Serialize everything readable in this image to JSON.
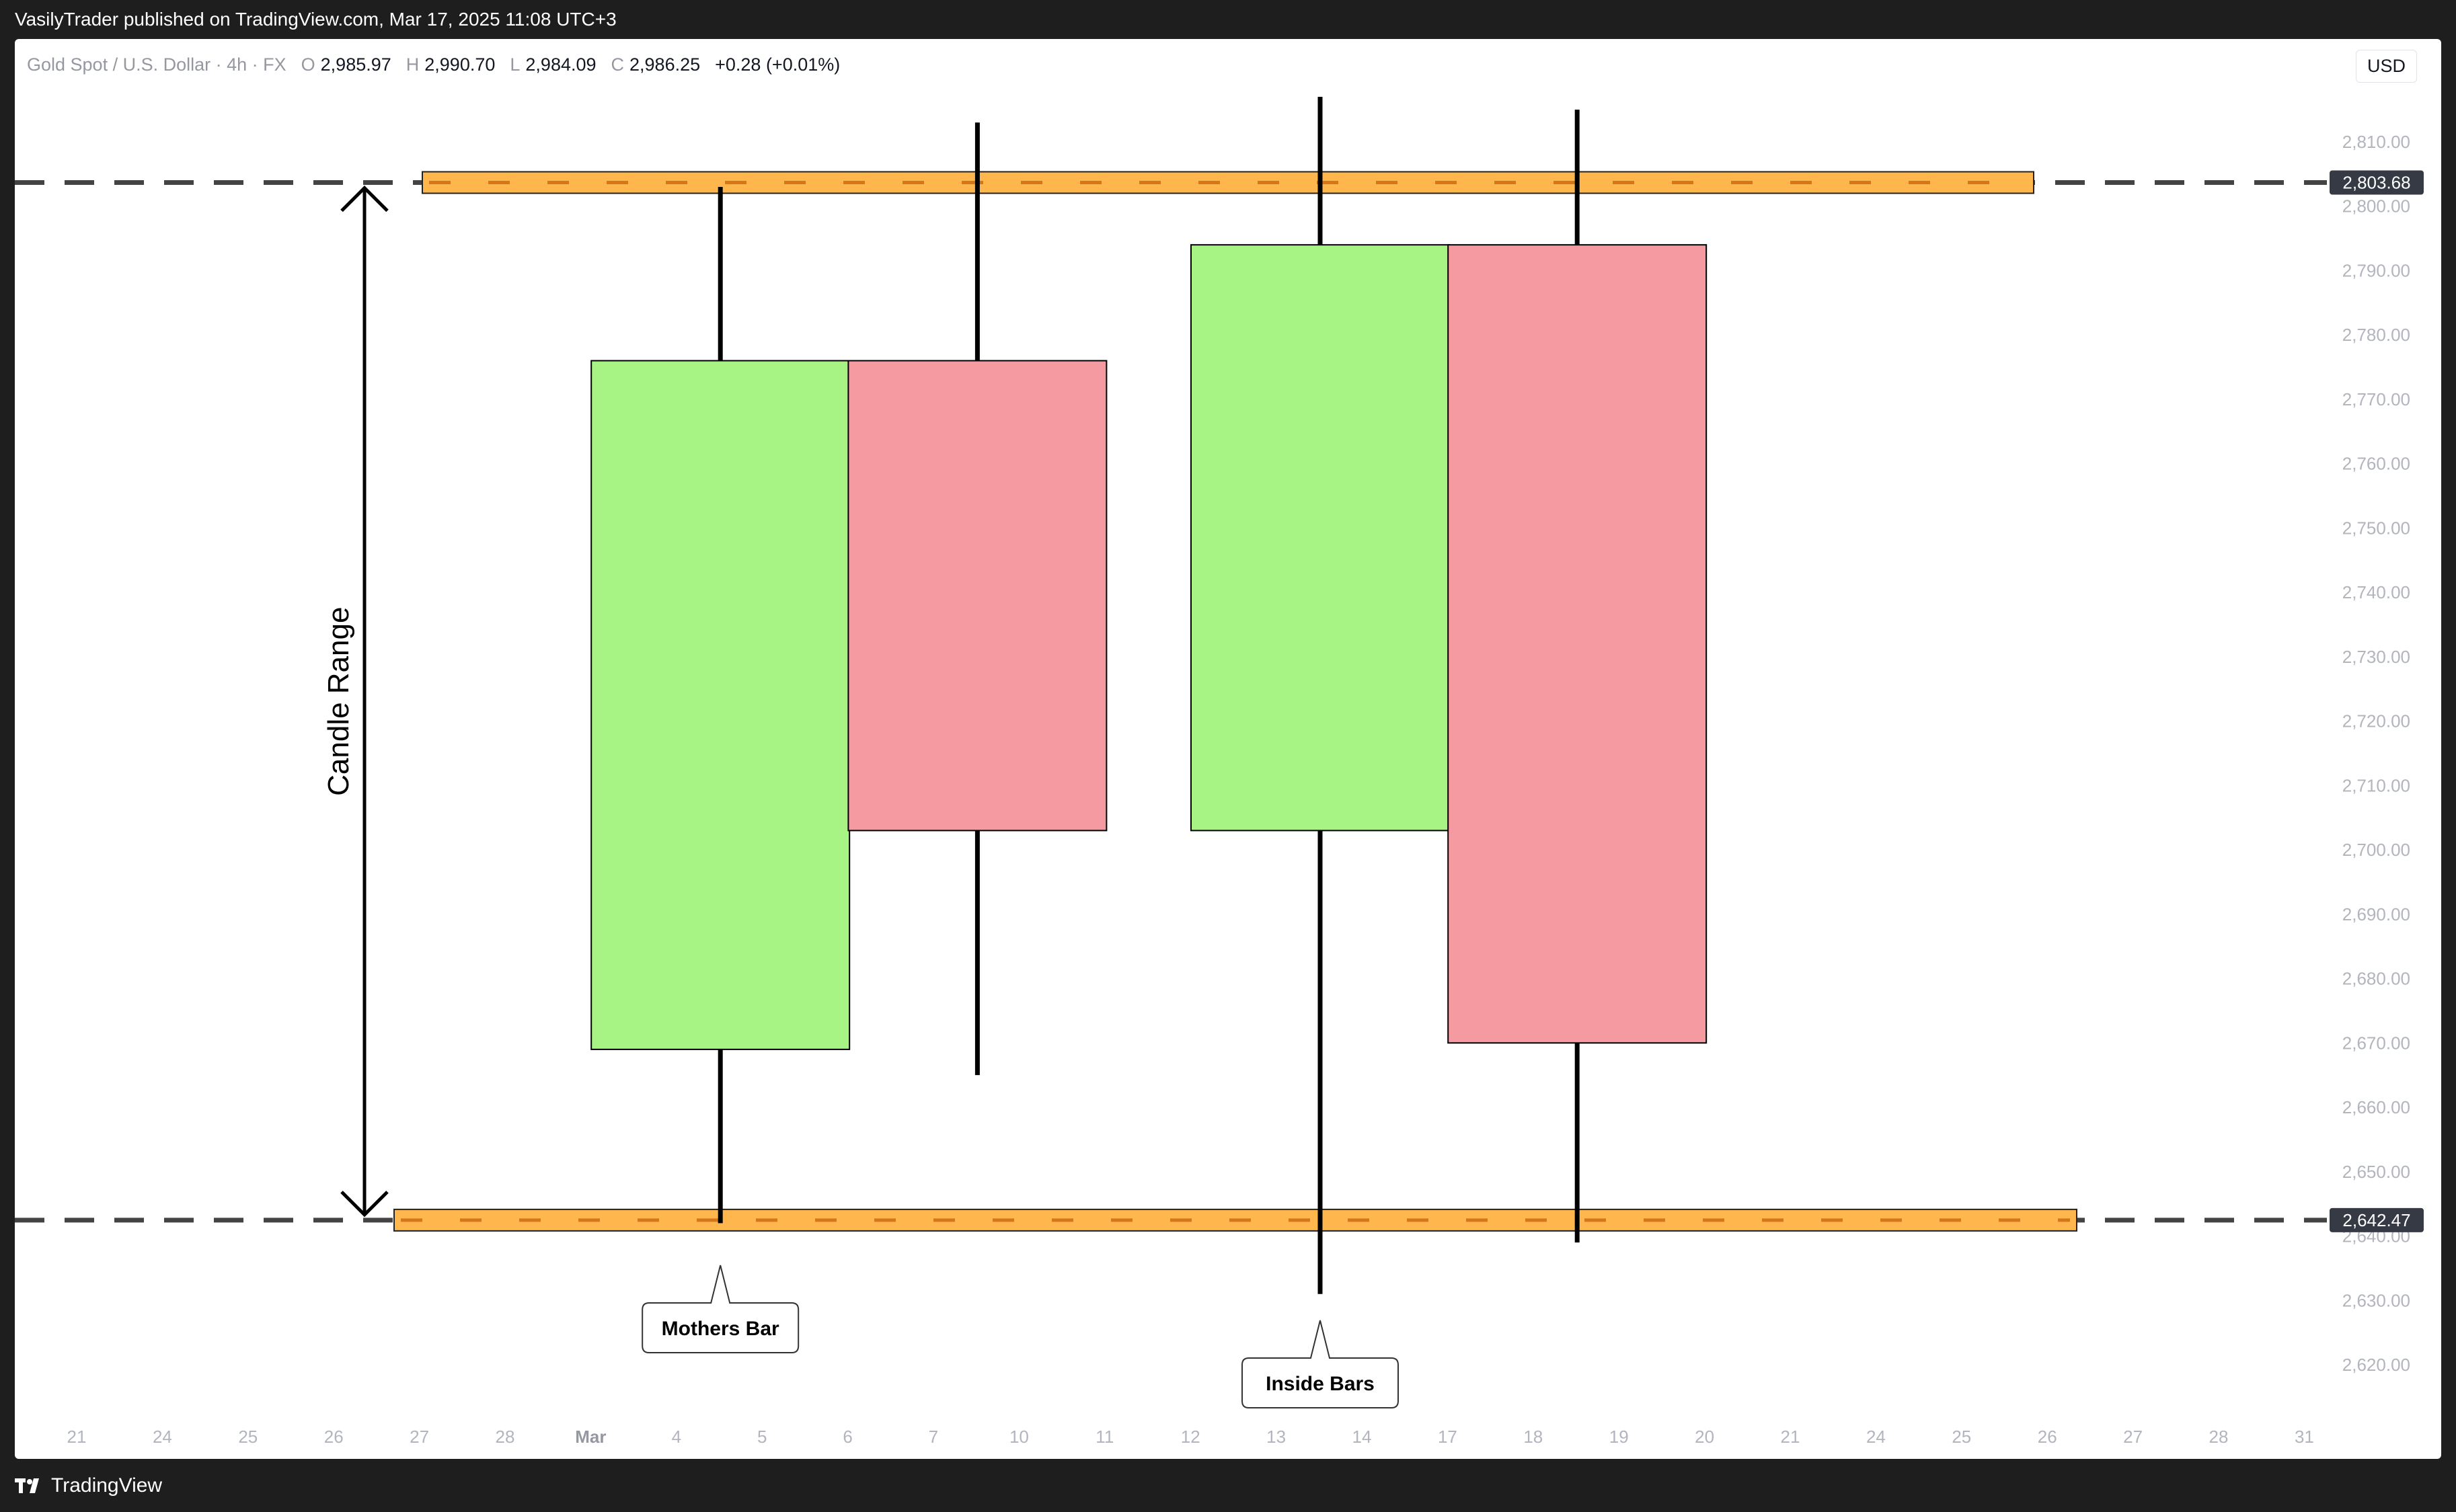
{
  "header": {
    "published_by": "VasilyTrader published on TradingView.com, Mar 17, 2025 11:08 UTC+3"
  },
  "legend": {
    "symbol": "Gold Spot / U.S. Dollar · 4h · FX",
    "open_label": "O",
    "open": "2,985.97",
    "high_label": "H",
    "high": "2,990.70",
    "low_label": "L",
    "low": "2,984.09",
    "close_label": "C",
    "close": "2,986.25",
    "change": "+0.28 (+0.01%)"
  },
  "currency": "USD",
  "footer": {
    "brand": "TradingView",
    "brand_icon": "tradingview-logo-icon"
  },
  "colors": {
    "bull": "#a7f383",
    "bear": "#f69aa1",
    "zone_fill": "#ffb74d",
    "zone_dash": "#d4771b",
    "level_line": "#444444",
    "axis_text": "#b2b5be",
    "price_tag_bg": "#363a45"
  },
  "chart_data": {
    "type": "candlestick",
    "y_axis": {
      "min": 2615,
      "max": 2822,
      "ticks": [
        2620,
        2630,
        2640,
        2650,
        2660,
        2670,
        2680,
        2690,
        2700,
        2710,
        2720,
        2730,
        2740,
        2750,
        2760,
        2770,
        2780,
        2790,
        2800,
        2810
      ],
      "tick_labels": [
        "2,620.00",
        "2,630.00",
        "2,640.00",
        "2,650.00",
        "2,660.00",
        "2,670.00",
        "2,680.00",
        "2,690.00",
        "2,700.00",
        "2,710.00",
        "2,720.00",
        "2,730.00",
        "2,740.00",
        "2,750.00",
        "2,760.00",
        "2,770.00",
        "2,780.00",
        "2,790.00",
        "2,800.00",
        "2,810.00"
      ]
    },
    "x_axis": {
      "labels": [
        "21",
        "24",
        "25",
        "26",
        "27",
        "28",
        "Mar",
        "4",
        "5",
        "6",
        "7",
        "10",
        "11",
        "12",
        "13",
        "14",
        "17",
        "18",
        "19",
        "20",
        "21",
        "24",
        "25",
        "26",
        "27",
        "28",
        "31"
      ],
      "bold_labels": [
        "Mar"
      ]
    },
    "candles": [
      {
        "x_label": "5",
        "open": 2669,
        "high": 2803,
        "low": 2642,
        "close": 2776,
        "dir": "up"
      },
      {
        "x_label": "10",
        "open": 2776,
        "high": 2813,
        "low": 2665,
        "close": 2703,
        "dir": "down"
      },
      {
        "x_label": "14",
        "open": 2703,
        "high": 2817,
        "low": 2631,
        "close": 2794,
        "dir": "up"
      },
      {
        "x_label": "19",
        "open": 2794,
        "high": 2815,
        "low": 2639,
        "close": 2670,
        "dir": "down"
      }
    ],
    "levels": [
      {
        "price": 2803.68,
        "label": "2,803.68"
      },
      {
        "price": 2642.47,
        "label": "2,642.47"
      }
    ],
    "annotations": {
      "range_label": "Candle Range",
      "callouts": [
        {
          "text": "Mothers Bar",
          "x_label": "5"
        },
        {
          "text": "Inside Bars",
          "x_label": "14"
        }
      ]
    }
  }
}
